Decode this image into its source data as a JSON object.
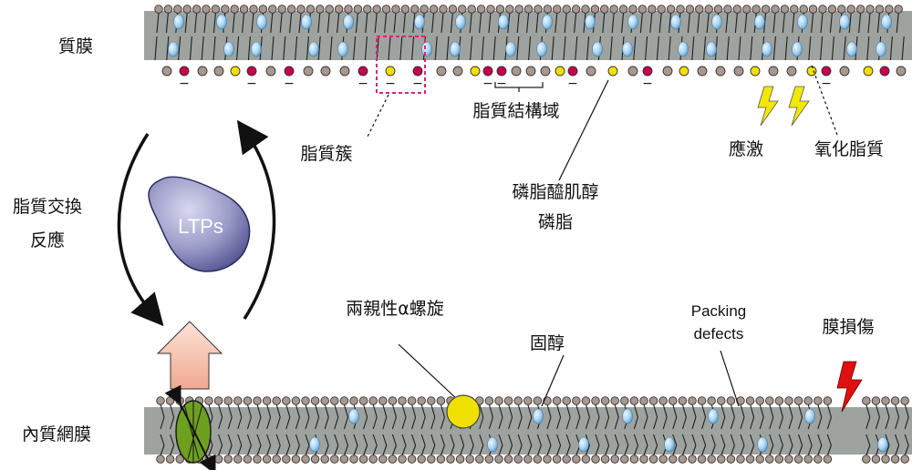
{
  "labels": {
    "plasma_membrane": "質膜",
    "lipid_cluster": "脂質簇",
    "lipid_domain": "脂質結構域",
    "pip": "磷脂醯肌醇",
    "pip2": "磷脂",
    "stress": "應激",
    "oxidized_lipid": "氧化脂質",
    "lipid_exchange": "脂質交換",
    "reaction": "反應",
    "ltps": "LTPs",
    "amphipathic_helix": "兩親性α螺旋",
    "sterol": "固醇",
    "packing_defects_1": "Packing",
    "packing_defects_2": "defects",
    "membrane_damage": "膜損傷",
    "er": "內質網膜"
  },
  "charge_symbol": "−",
  "colors": {
    "membrane_band": "#9ea3a0",
    "lipid_head": "#a89890",
    "sterol_blue": "#aad4f0",
    "charged_lipid": "#c8004a",
    "yellow_lipid": "#f0e000",
    "ltp_body": "#6a6aa8",
    "arrow_pink": "#f5c2b0",
    "protein_green": "#6ea020",
    "lightning_yellow": "#f3e800",
    "lightning_red": "#e01010",
    "cluster_box": "#e0207a"
  },
  "icons": [
    "lightning-icon",
    "arrow-icon",
    "protein-icon"
  ]
}
